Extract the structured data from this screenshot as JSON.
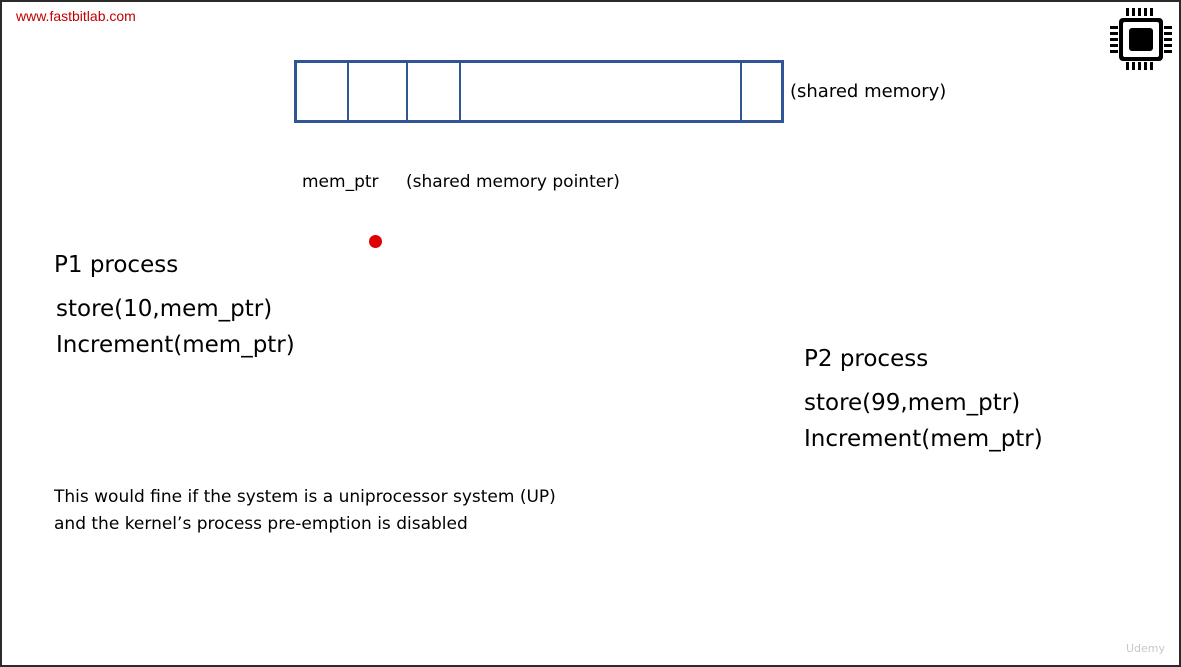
{
  "header": {
    "site_link": "www.fastbitlab.com"
  },
  "diagram": {
    "shared_memory_label": "(shared memory)",
    "pointer_name": "mem_ptr",
    "pointer_description": "(shared memory pointer)"
  },
  "p1": {
    "title": "P1 process",
    "lines": [
      "store(10,mem_ptr)",
      "Increment(mem_ptr)"
    ]
  },
  "p2": {
    "title": "P2 process",
    "lines": [
      "store(99,mem_ptr)",
      "Increment(mem_ptr)"
    ]
  },
  "note": {
    "lines": [
      "This would fine if the system is a uniprocessor system (UP)",
      "and the kernel’s process pre-emption is disabled"
    ]
  },
  "colors": {
    "site_link": "#c00000",
    "memory_border": "#2f5597",
    "pointer_dot": "#e00000"
  },
  "watermark": "Udemy"
}
